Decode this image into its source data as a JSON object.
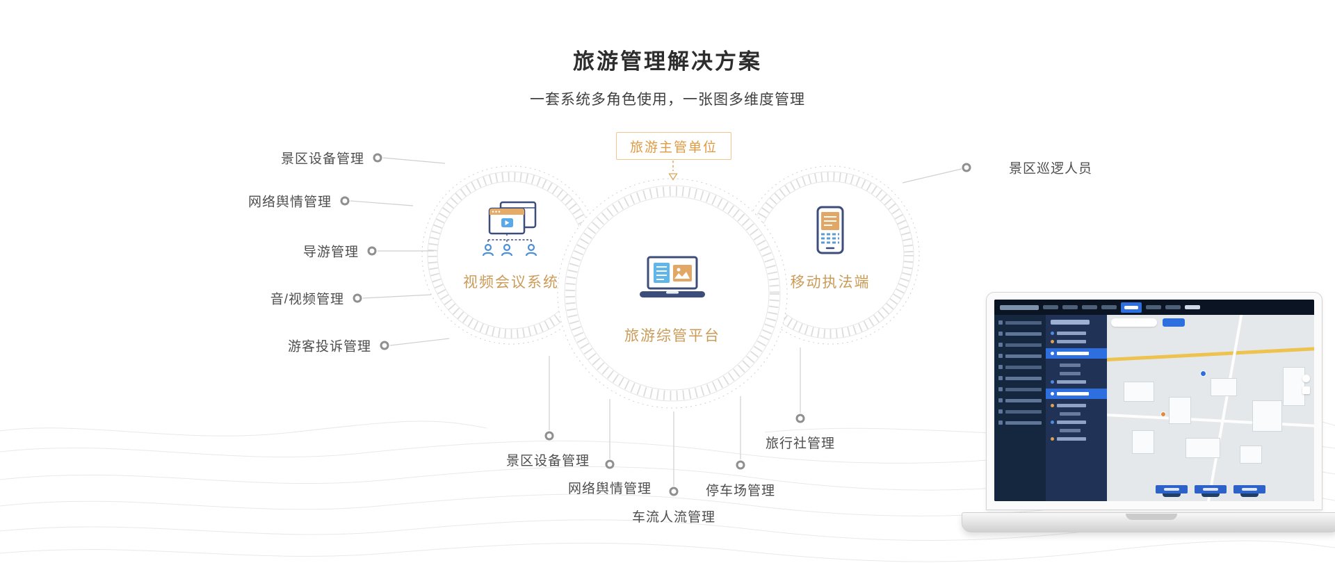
{
  "header": {
    "title": "旅游管理解决方案",
    "subtitle": "一套系统多角色使用，一张图多维度管理"
  },
  "diagram": {
    "authority_label": "旅游主管单位",
    "nodes": {
      "video": "视频会议系统",
      "platform": "旅游综管平台",
      "mobile": "移动执法端"
    },
    "left_labels": [
      "景区设备管理",
      "网络舆情管理",
      "导游管理",
      "音/视频管理",
      "游客投诉管理"
    ],
    "right_labels": [
      "景区巡逻人员"
    ],
    "bottom_labels": [
      "景区设备管理",
      "网络舆情管理",
      "车流人流管理",
      "停车场管理",
      "旅行社管理"
    ],
    "icons": {
      "video": "video-conference-icon",
      "platform": "laptop-dashboard-icon",
      "mobile": "mobile-phone-icon",
      "authority_arrow": "dashed-down-arrow-icon"
    }
  },
  "colors": {
    "accent_orange": "#cb9b58",
    "authority_orange": "#e09a43",
    "icon_blue": "#4e8fd9",
    "icon_navy": "#3d4d7a",
    "icon_orange": "#e2a765",
    "line_gray": "#cfcfcf",
    "text_gray": "#4d4d4d",
    "dashboard_bg": "#0d1726",
    "dashboard_blue": "#2e6fe0",
    "map_yellow": "#eec24f"
  }
}
